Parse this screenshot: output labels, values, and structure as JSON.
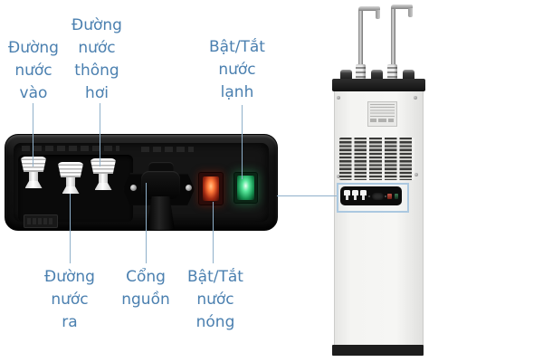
{
  "image": {
    "kind": "product rear-panel annotation diagram",
    "subject": "hot-cold water dispenser",
    "background": "#ffffff"
  },
  "callouts": {
    "water_inlet": "Đường\nnước\nvào",
    "vent_line": "Đường\nnước\nthông\nhơi",
    "cold_switch": "Bật/Tắt\nnước\nlạnh",
    "water_outlet": "Đường\nnước\nra",
    "power_port": "Cổng\nnguồn",
    "hot_switch": "Bật/Tắt\nnước\nnóng"
  },
  "colors": {
    "label_text": "#4b80b0",
    "connector_line": "#8fb0ca",
    "panel_black": "#131313",
    "fitting_white": "#f5f5f5",
    "hot_switch_glow": "#ff7a3a",
    "cold_switch_glow": "#57e89b",
    "highlight_box_border": "#abc8e0",
    "dispenser_body": "#f4f4f2",
    "dispenser_base": "#1d1d1d"
  }
}
